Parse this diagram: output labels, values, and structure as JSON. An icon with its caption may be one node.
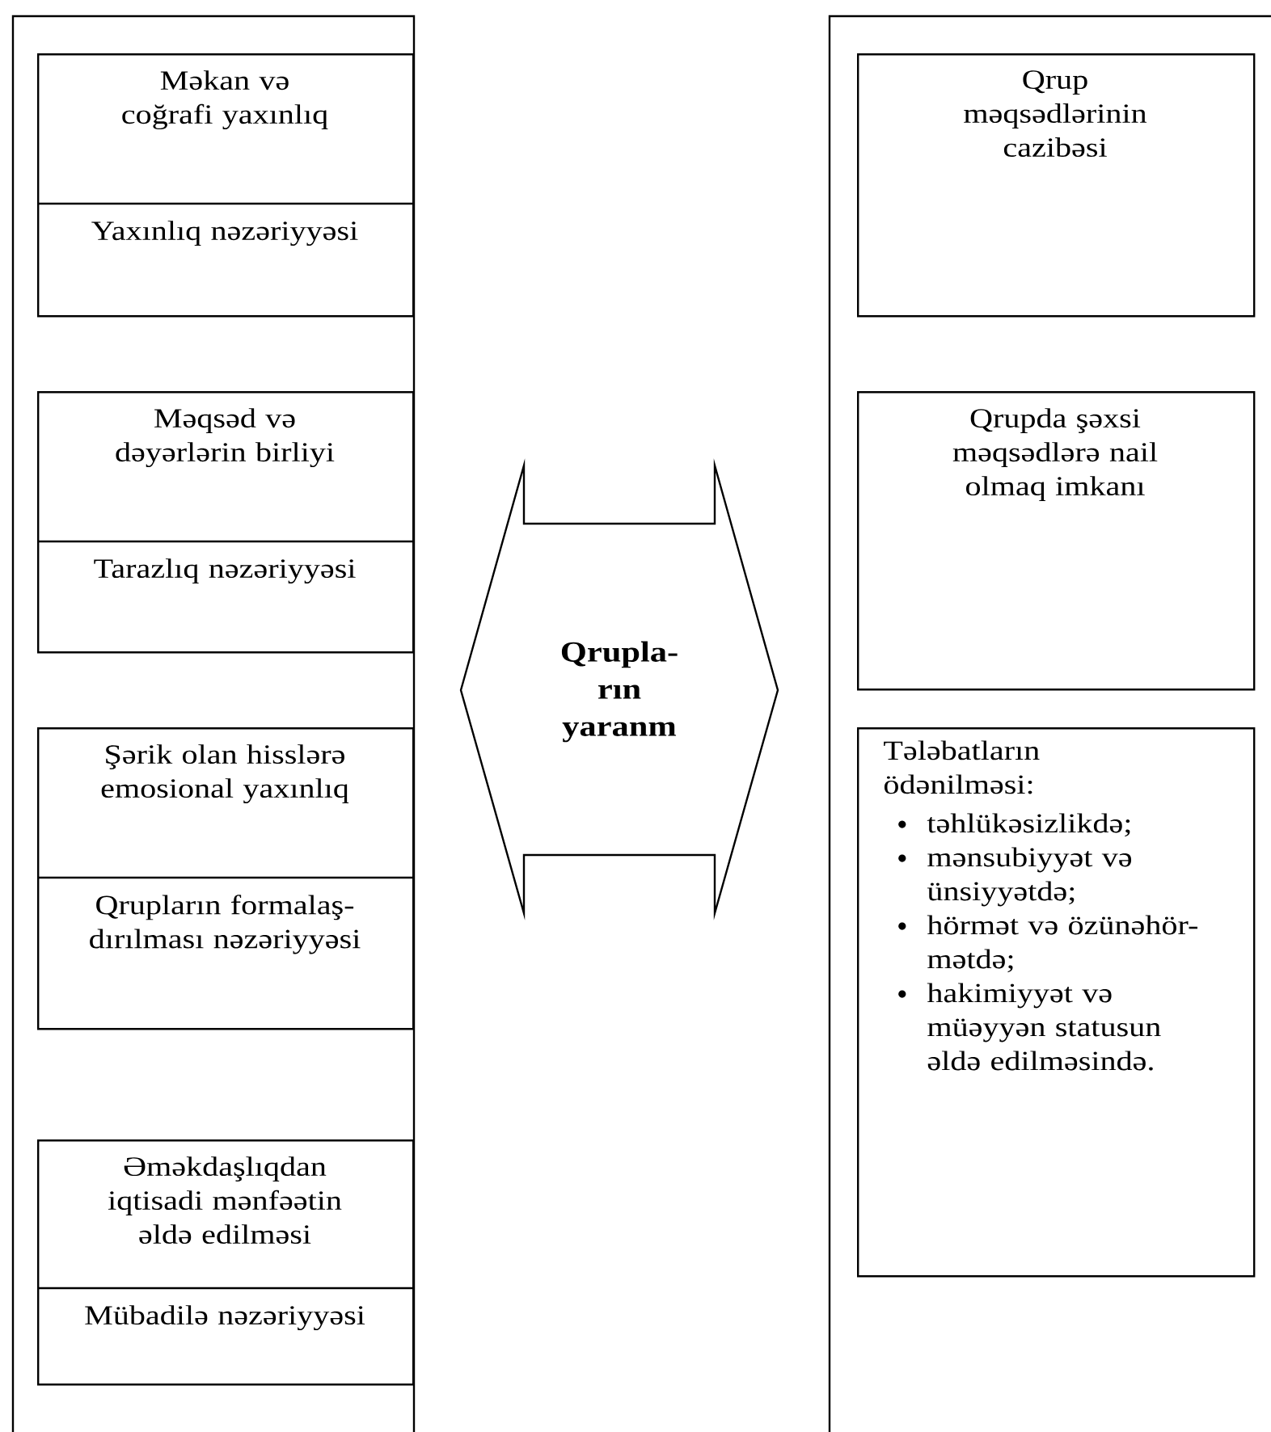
{
  "diagram": {
    "nodes": [
      {
        "text": [],
        "shape": "box"
      },
      {
        "text": [
          "Məkan və coğrafi yaxınlıq",
          "Yaxınlıq nəzəriyyəsi"
        ],
        "in": 0
      },
      {
        "text": [
          "Məqsəd və dəyərlərin birliyi",
          "Tarazlıq nəzəriyyəsi"
        ],
        "in": 0
      },
      {
        "text": [
          "Şərik olan hisslərə emosional yaxınlıq",
          "Qrupların formalaş- dırılması nəzəriyyəsi"
        ],
        "in": 0
      },
      {
        "text": [
          "Əməkdaşlıqdan iqtisadi mənfəətin əldə edilməsi",
          "Mübadilə nəzəriyyəsi"
        ],
        "in": 0
      },
      {
        "text": [
          "Qrupla- rın yaranm"
        ]
      },
      {
        "text": [],
        "shape": "box"
      },
      {
        "text": [
          "Qrup məqsədlərinin cazibəsi"
        ],
        "in": 6
      },
      {
        "text": [
          "Qrupda şəxsi məqsədlərə nail olmaq imkanı"
        ],
        "in": 6
      },
      {
        "text": [
          "Tələbatların ödənilməsi:",
          "təhlükəsizlikdə;",
          "mənsubiyyət və ünsiyyətdə;",
          "hörmət və özünəhör- mətdə;",
          "hakimiyyət və müəyyən statusun əldə edilməsində."
        ],
        "in": 6
      }
    ]
  }
}
